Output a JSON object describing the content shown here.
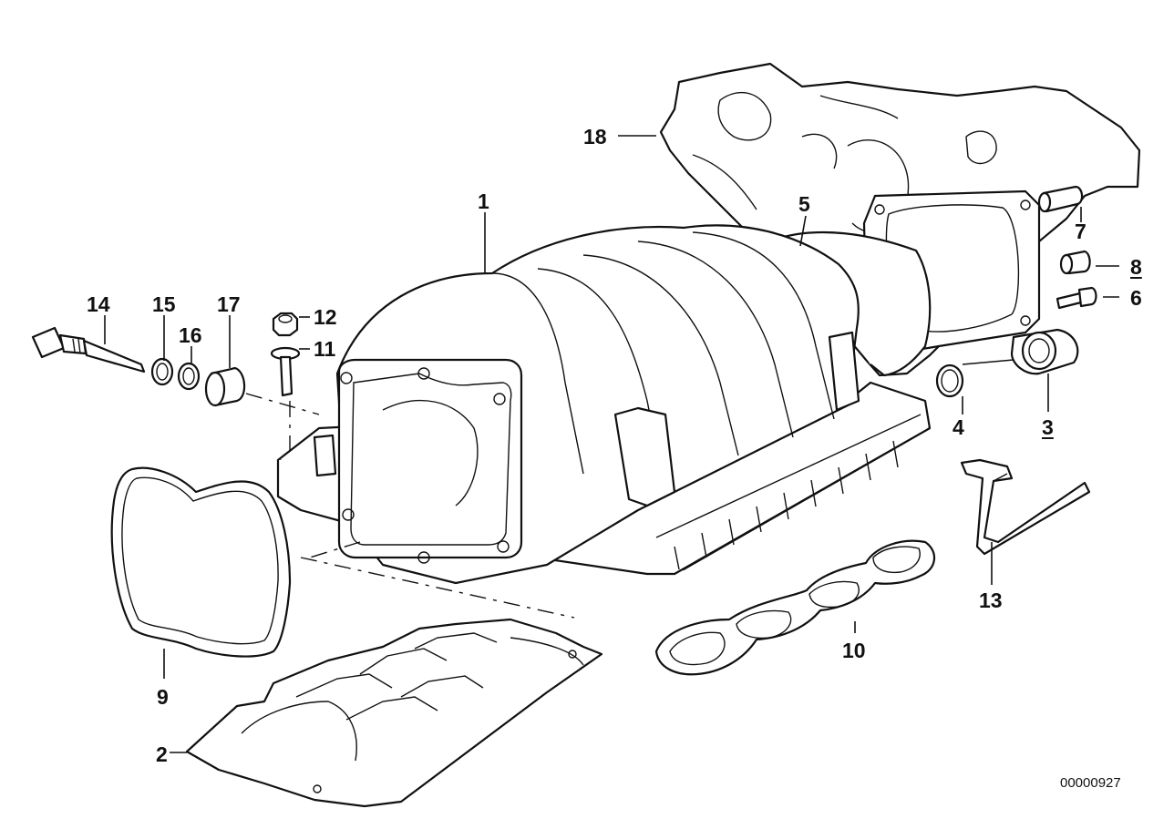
{
  "callouts": {
    "c1": "1",
    "c2": "2",
    "c3": "3",
    "c4": "4",
    "c5": "5",
    "c6": "6",
    "c7": "7",
    "c8": "8",
    "c9": "9",
    "c10": "10",
    "c11": "11",
    "c12": "12",
    "c13": "13",
    "c14": "14",
    "c15": "15",
    "c16": "16",
    "c17": "17",
    "c18": "18"
  },
  "diagram_code": "00000927",
  "colors": {
    "line": "#111111",
    "background": "#ffffff"
  }
}
